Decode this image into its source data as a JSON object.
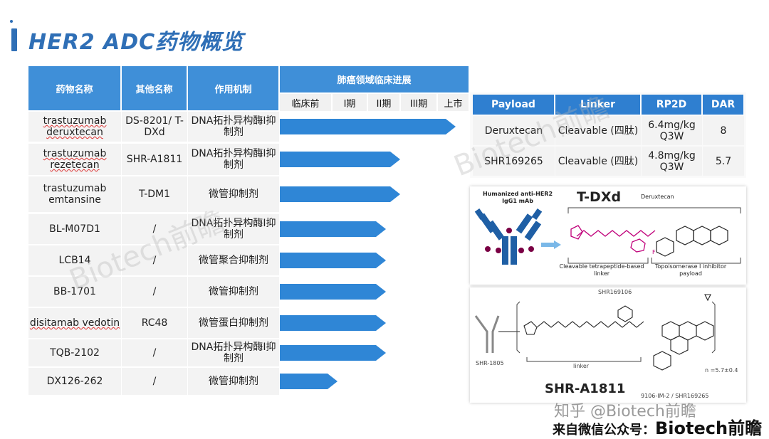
{
  "title": "HER2 ADC药物概览",
  "left_table": {
    "headers": [
      "药物名称",
      "其他名称",
      "作用机制"
    ],
    "phase_title": "肺癌领域临床进展",
    "phases": [
      "临床前",
      "I期",
      "II期",
      "III期",
      "上市"
    ],
    "rows": [
      {
        "name": "trastuzumab deruxtecan",
        "alias": "DS-8201/ T-DXd",
        "mechanism": "DNA拓扑异构酶I抑制剂",
        "progress_phase": "上市"
      },
      {
        "name": "trastuzumab rezetecan",
        "alias": "SHR-A1811",
        "mechanism": "DNA拓扑异构酶I抑制剂",
        "progress_phase": "III期"
      },
      {
        "name": "trastuzumab emtansine",
        "alias": "T-DM1",
        "mechanism": "微管抑制剂",
        "progress_phase": "III期"
      },
      {
        "name": "BL-M07D1",
        "alias": "/",
        "mechanism": "DNA拓扑异构酶I抑制剂",
        "progress_phase": "II期"
      },
      {
        "name": "LCB14",
        "alias": "/",
        "mechanism": "微管聚合抑制剂",
        "progress_phase": "II期"
      },
      {
        "name": "BB-1701",
        "alias": "/",
        "mechanism": "微管抑制剂",
        "progress_phase": "II期"
      },
      {
        "name": "disitamab vedotin",
        "alias": "RC48",
        "mechanism": "微管蛋白抑制剂",
        "progress_phase": "II期"
      },
      {
        "name": "TQB-2102",
        "alias": "/",
        "mechanism": "DNA拓扑异构酶I抑制剂",
        "progress_phase": "II期"
      },
      {
        "name": "DX126-262",
        "alias": "/",
        "mechanism": "微管抑制剂",
        "progress_phase": "I期"
      }
    ]
  },
  "right_table": {
    "headers": [
      "Payload",
      "Linker",
      "RP2D",
      "DAR"
    ],
    "rows": [
      {
        "payload": "Deruxtecan",
        "linker": "Cleavable (四肽)",
        "rp2d": "6.4mg/kg Q3W",
        "dar": "8"
      },
      {
        "payload": "SHR169265",
        "linker": "Cleavable (四肽)",
        "rp2d": "4.8mg/kg Q3W",
        "dar": "5.7"
      }
    ]
  },
  "tdxd_figure": {
    "antibody_label": "Humanized anti-HER2 IgG1 mAb",
    "title": "T-DXd",
    "payload_label": "Deruxtecan",
    "linker_label": "Cleavable tetrapeptide-based linker",
    "payload_desc": "Topoisomerase I inhibitor payload"
  },
  "shr_figure": {
    "top_label": "SHR169106",
    "antibody_label": "SHR-1805",
    "linker_label": "linker",
    "dar_label": "n =5.7±0.4",
    "bottom_label": "9106-IM-2 / SHR169265",
    "title": "SHR-A1811"
  },
  "watermark": "Biotech前瞻",
  "footer": {
    "zhihu": "知乎 @Biotech前瞻",
    "source_prefix": "来自微信公众号：",
    "source_name": "Biotech前瞻"
  },
  "colors": {
    "title": "#2f6fb6",
    "header": "#3f8fd8",
    "arrow": "#2f86d6",
    "linker": "#c0007a",
    "antibody": "#1f5fa5"
  }
}
